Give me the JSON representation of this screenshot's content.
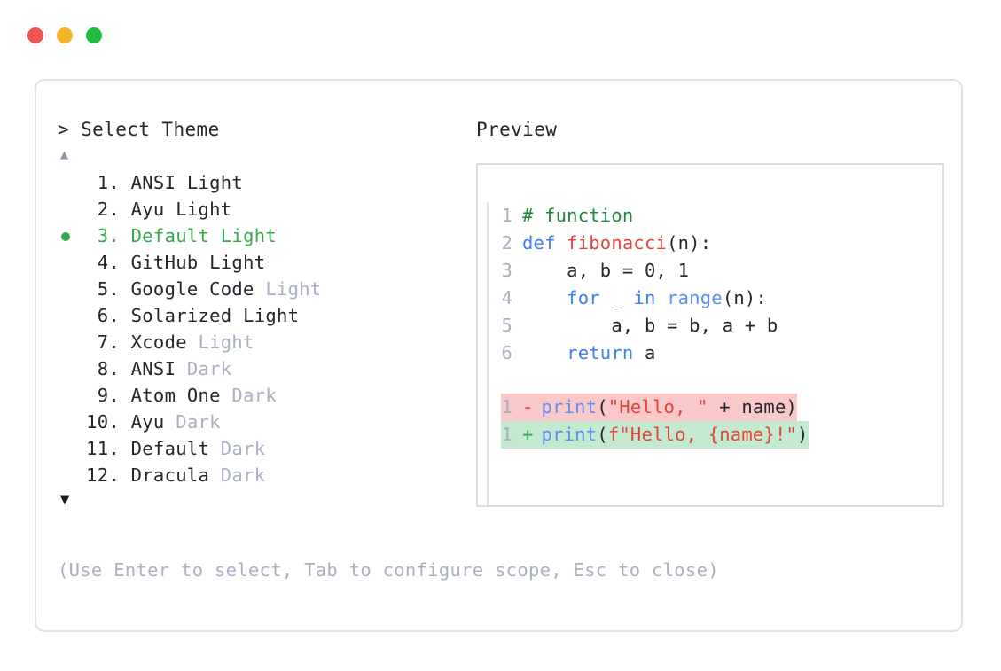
{
  "window": {
    "dots": [
      {
        "name": "close",
        "color": "#f0564e"
      },
      {
        "name": "minimize",
        "color": "#f5b52b"
      },
      {
        "name": "maximize",
        "color": "#21bf3d"
      }
    ]
  },
  "left": {
    "prompt_caret": ">",
    "prompt_title": "Select Theme",
    "scroll_up_icon": "▲",
    "scroll_down_icon": "▼",
    "selected_index": 3,
    "items": [
      {
        "num": "1.",
        "name": "ANSI",
        "variant": "Light",
        "variant_muted": false,
        "selected": false
      },
      {
        "num": "2.",
        "name": "Ayu",
        "variant": "Light",
        "variant_muted": false,
        "selected": false
      },
      {
        "num": "3.",
        "name": "Default",
        "variant": "Light",
        "variant_muted": false,
        "selected": true
      },
      {
        "num": "4.",
        "name": "GitHub",
        "variant": "Light",
        "variant_muted": false,
        "selected": false
      },
      {
        "num": "5.",
        "name": "Google Code",
        "variant": "Light",
        "variant_muted": true,
        "selected": false
      },
      {
        "num": "6.",
        "name": "Solarized",
        "variant": "Light",
        "variant_muted": false,
        "selected": false
      },
      {
        "num": "7.",
        "name": "Xcode",
        "variant": "Light",
        "variant_muted": true,
        "selected": false
      },
      {
        "num": "8.",
        "name": "ANSI",
        "variant": "Dark",
        "variant_muted": true,
        "selected": false
      },
      {
        "num": "9.",
        "name": "Atom One",
        "variant": "Dark",
        "variant_muted": true,
        "selected": false
      },
      {
        "num": "10.",
        "name": "Ayu",
        "variant": "Dark",
        "variant_muted": true,
        "selected": false
      },
      {
        "num": "11.",
        "name": "Default",
        "variant": "Dark",
        "variant_muted": true,
        "selected": false
      },
      {
        "num": "12.",
        "name": "Dracula",
        "variant": "Dark",
        "variant_muted": true,
        "selected": false
      }
    ],
    "hint": "(Use Enter to select, Tab to configure scope, Esc to close)"
  },
  "right": {
    "preview_label": "Preview",
    "code_lines": [
      {
        "ln": "1",
        "segments": [
          {
            "t": "# function",
            "c": "tok-comment"
          }
        ]
      },
      {
        "ln": "2",
        "segments": [
          {
            "t": "def ",
            "c": "tok-kw"
          },
          {
            "t": "fibonacci",
            "c": "tok-fn"
          },
          {
            "t": "(n):",
            "c": "tok-plain"
          }
        ]
      },
      {
        "ln": "3",
        "segments": [
          {
            "t": "    a, b = ",
            "c": "tok-plain"
          },
          {
            "t": "0",
            "c": "tok-num"
          },
          {
            "t": ", ",
            "c": "tok-plain"
          },
          {
            "t": "1",
            "c": "tok-num"
          }
        ]
      },
      {
        "ln": "4",
        "segments": [
          {
            "t": "    ",
            "c": "tok-plain"
          },
          {
            "t": "for",
            "c": "tok-kw"
          },
          {
            "t": " _ ",
            "c": "tok-plain"
          },
          {
            "t": "in",
            "c": "tok-kw"
          },
          {
            "t": " ",
            "c": "tok-plain"
          },
          {
            "t": "range",
            "c": "tok-builtin"
          },
          {
            "t": "(n):",
            "c": "tok-plain"
          }
        ]
      },
      {
        "ln": "5",
        "segments": [
          {
            "t": "        a, b = b, a + b",
            "c": "tok-plain"
          }
        ]
      },
      {
        "ln": "6",
        "segments": [
          {
            "t": "    ",
            "c": "tok-plain"
          },
          {
            "t": "return",
            "c": "tok-kw"
          },
          {
            "t": " a",
            "c": "tok-plain"
          }
        ]
      }
    ],
    "diff_lines": [
      {
        "kind": "del",
        "ln": "1",
        "marker": "-",
        "segments": [
          {
            "t": "print",
            "c": "tok-builtin"
          },
          {
            "t": "(",
            "c": "tok-plain"
          },
          {
            "t": "\"Hello, \"",
            "c": "tok-str"
          },
          {
            "t": " + name)",
            "c": "tok-plain"
          }
        ]
      },
      {
        "kind": "add",
        "ln": "1",
        "marker": "+",
        "segments": [
          {
            "t": "print",
            "c": "tok-builtin"
          },
          {
            "t": "(",
            "c": "tok-plain"
          },
          {
            "t": "f\"Hello, {name}!\"",
            "c": "tok-str"
          },
          {
            "t": ")",
            "c": "tok-plain"
          }
        ]
      }
    ]
  },
  "colors": {
    "accent_green": "#35a84c",
    "muted": "#a9b0c2",
    "text": "#24262e",
    "border": "#dfe2ea",
    "preview_border": "#d7dbe5",
    "diff_del_bg": "#f9c9c9",
    "diff_add_bg": "#c3e9cf"
  }
}
